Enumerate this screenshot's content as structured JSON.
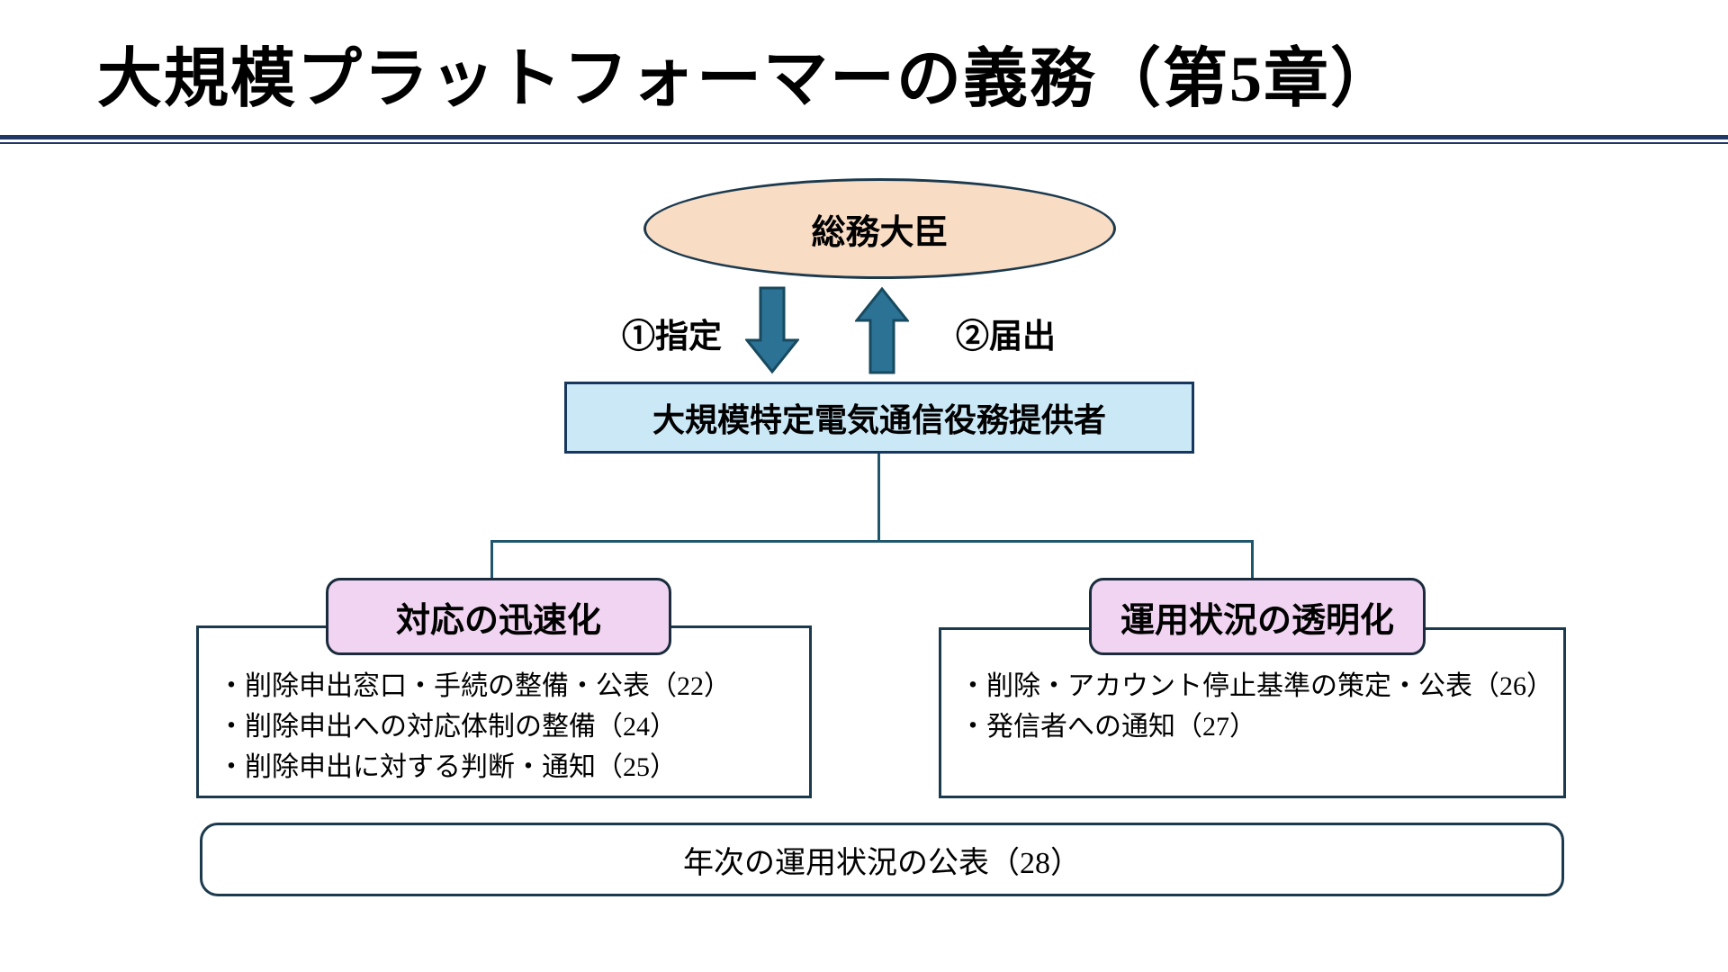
{
  "title": "大規模プラットフォーマーの義務（第5章）",
  "diagram": {
    "minister": {
      "label": "総務大臣"
    },
    "arrows": {
      "designation": {
        "label": "①指定",
        "direction": "down"
      },
      "notification": {
        "label": "②届出",
        "direction": "up"
      }
    },
    "provider_box": {
      "label": "大規模特定電気通信役務提供者"
    },
    "left_group": {
      "header": "対応の迅速化",
      "items": [
        "・削除申出窓口・手続の整備・公表（22）",
        "・削除申出への対応体制の整備（24）",
        "・削除申出に対する判断・通知（25）"
      ]
    },
    "right_group": {
      "header": "運用状況の透明化",
      "items": [
        "・削除・アカウント停止基準の策定・公表（26）",
        "・発信者への通知（27）"
      ]
    },
    "bottom_box": {
      "label": "年次の運用状況の公表（28）"
    }
  },
  "colors": {
    "rule_navy": "#1F3864",
    "shape_border": "#1C3A4E",
    "connector": "#20566B",
    "arrow_fill": "#2B7295",
    "arrow_stroke": "#174A5E",
    "ellipse_fill": "#F9DCC4",
    "provider_fill": "#CBE8F6",
    "header_fill": "#F0D4F1"
  }
}
